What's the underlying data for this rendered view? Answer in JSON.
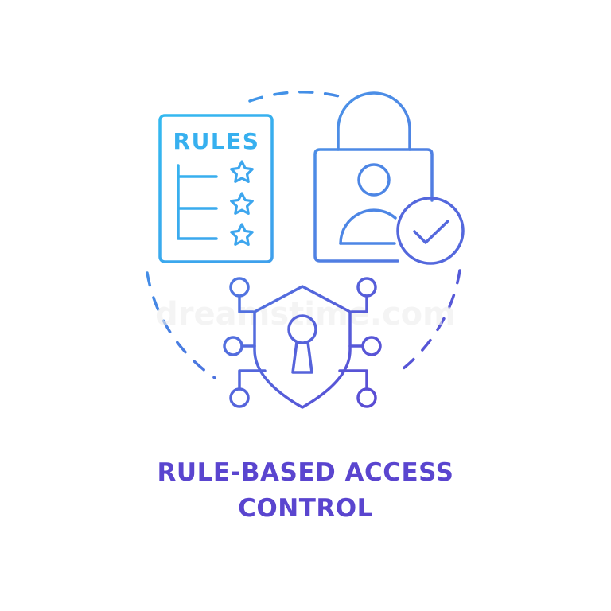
{
  "illustration": {
    "rules_document": {
      "heading": "RULES",
      "icons": [
        "star-icon",
        "star-icon",
        "star-icon"
      ]
    },
    "lock": {
      "icons": [
        "padlock-icon",
        "user-icon",
        "checkmark-icon"
      ]
    },
    "shield": {
      "icons": [
        "shield-icon",
        "keyhole-icon",
        "network-nodes-icon"
      ]
    },
    "colors": {
      "gradient_start": "#35b6ef",
      "gradient_mid": "#4f8be6",
      "gradient_end": "#5b46d2",
      "caption": "#5a45cf",
      "watermark": "#eeeeee"
    }
  },
  "caption": {
    "line1": "RULE-BASED ACCESS",
    "line2": "CONTROL"
  }
}
